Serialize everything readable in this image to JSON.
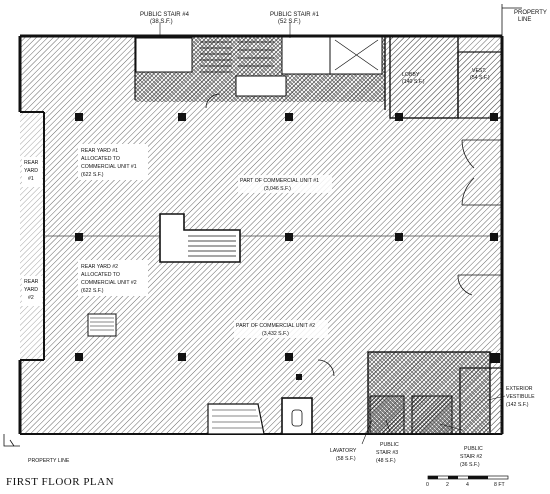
{
  "title": "FIRST FLOOR PLAN",
  "labels": {
    "stair4": [
      "PUBLIC STAIR #4",
      "(38 S.F.)"
    ],
    "stair1": [
      "PUBLIC STAIR #1",
      "(52 S.F.)"
    ],
    "property_line_top": [
      "PROPERTY",
      "LINE"
    ],
    "lobby": [
      "LOBBY",
      "(140 S.F.)"
    ],
    "vest_top": [
      "VEST.",
      "(54 S.F.)"
    ],
    "rear_yard_left_1": [
      "REAR",
      "YARD",
      "#1"
    ],
    "rear_yard_1": [
      "REAR YARD #1",
      "ALLOCATED TO",
      "COMMERCIAL UNIT #1",
      "(622 S.F.)"
    ],
    "comm_unit_1": [
      "PART OF COMMERCIAL UNIT #1",
      "(3,046 S.F.)"
    ],
    "rear_yard_left_2": [
      "REAR",
      "YARD",
      "#2"
    ],
    "rear_yard_2": [
      "REAR YARD #2",
      "ALLOCATED TO",
      "COMMERCIAL UNIT #2",
      "(622 S.F.)"
    ],
    "comm_unit_2": [
      "PART OF COMMERCIAL UNIT #2",
      "(3,432 S.F.)"
    ],
    "ext_vestibule": [
      "EXTERIOR",
      "VESTIBULE",
      "(142 S.F.)"
    ],
    "lavatory": [
      "LAVATORY",
      "(58 S.F.)"
    ],
    "stair3": [
      "PUBLIC",
      "STAIR #3",
      "(48 S.F.)"
    ],
    "stair2": [
      "PUBLIC",
      "STAIR #2",
      "(36 S.F.)"
    ],
    "property_line_bottom": [
      "PROPERTY LINE"
    ]
  },
  "scale_bar": {
    "ticks": [
      "0",
      "2",
      "4",
      "8 FT"
    ]
  }
}
